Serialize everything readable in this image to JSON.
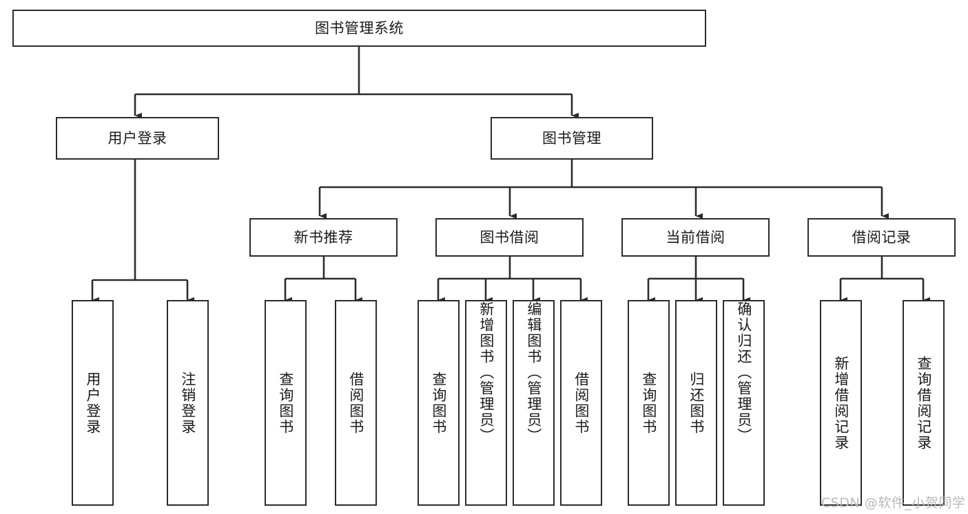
{
  "diagram": {
    "title_node": {
      "label": "图书管理系统"
    },
    "level2": [
      {
        "id": "user-login",
        "label": "用户登录"
      },
      {
        "id": "book-management",
        "label": "图书管理"
      }
    ],
    "level3": [
      {
        "id": "new-book-recommend",
        "label": "新书推荐"
      },
      {
        "id": "book-borrow",
        "label": "图书借阅"
      },
      {
        "id": "current-borrow",
        "label": "当前借阅"
      },
      {
        "id": "borrow-record",
        "label": "借阅记录"
      }
    ],
    "leaves": [
      {
        "id": "leaf-user-login",
        "label": "用户登录",
        "align": "center"
      },
      {
        "id": "leaf-logout-login",
        "label": "注销登录",
        "align": "center"
      },
      {
        "id": "leaf-query-book-1",
        "label": "查询图书",
        "align": "center"
      },
      {
        "id": "leaf-borrow-book-1",
        "label": "借阅图书",
        "align": "center"
      },
      {
        "id": "leaf-query-book-2",
        "label": "查询图书",
        "align": "center"
      },
      {
        "id": "leaf-add-book",
        "label": "新增图书（管理员）",
        "align": "top"
      },
      {
        "id": "leaf-edit-book",
        "label": "编辑图书（管理员）",
        "align": "top"
      },
      {
        "id": "leaf-borrow-book-2",
        "label": "借阅图书",
        "align": "center"
      },
      {
        "id": "leaf-query-book-3",
        "label": "查询图书",
        "align": "center"
      },
      {
        "id": "leaf-return-book",
        "label": "归还图书",
        "align": "center"
      },
      {
        "id": "leaf-confirm-return",
        "label": "确认归还（管理员）",
        "align": "top"
      },
      {
        "id": "leaf-add-record",
        "label": "新增借阅记录",
        "align": "center"
      },
      {
        "id": "leaf-query-record",
        "label": "查询借阅记录",
        "align": "center"
      }
    ],
    "colors": {
      "stroke": "#2b2b2b",
      "box_fill": "#ffffff",
      "text": "#1a1a1a",
      "watermark": "#b9b9b9",
      "background": "#ffffff"
    }
  },
  "watermark": {
    "text": "CSDN @软件_小贺同学"
  }
}
